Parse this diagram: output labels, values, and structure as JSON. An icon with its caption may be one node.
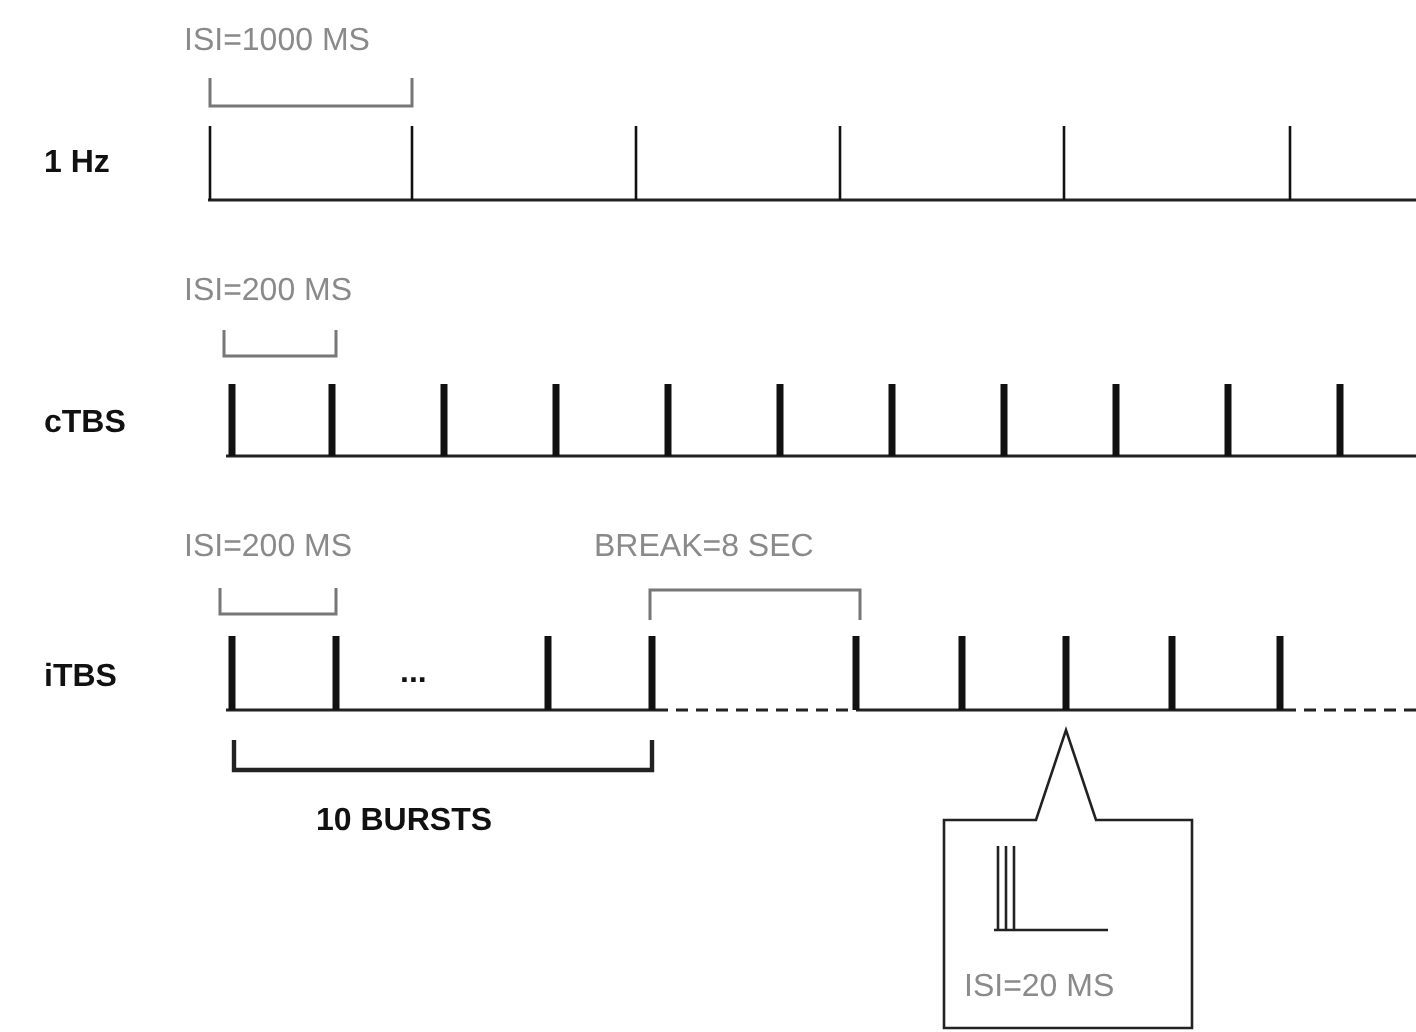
{
  "diagram": {
    "nodes": [
      {
        "text": [
          "ISI=20 MS"
        ]
      }
    ],
    "labels": [
      "ISI=1000 MS",
      "1 Hz",
      "ISI=200 MS",
      "cTBS",
      "ISI=200 MS",
      "BREAK=8 SEC",
      "iTBS",
      "...",
      "10 BURSTS"
    ]
  }
}
